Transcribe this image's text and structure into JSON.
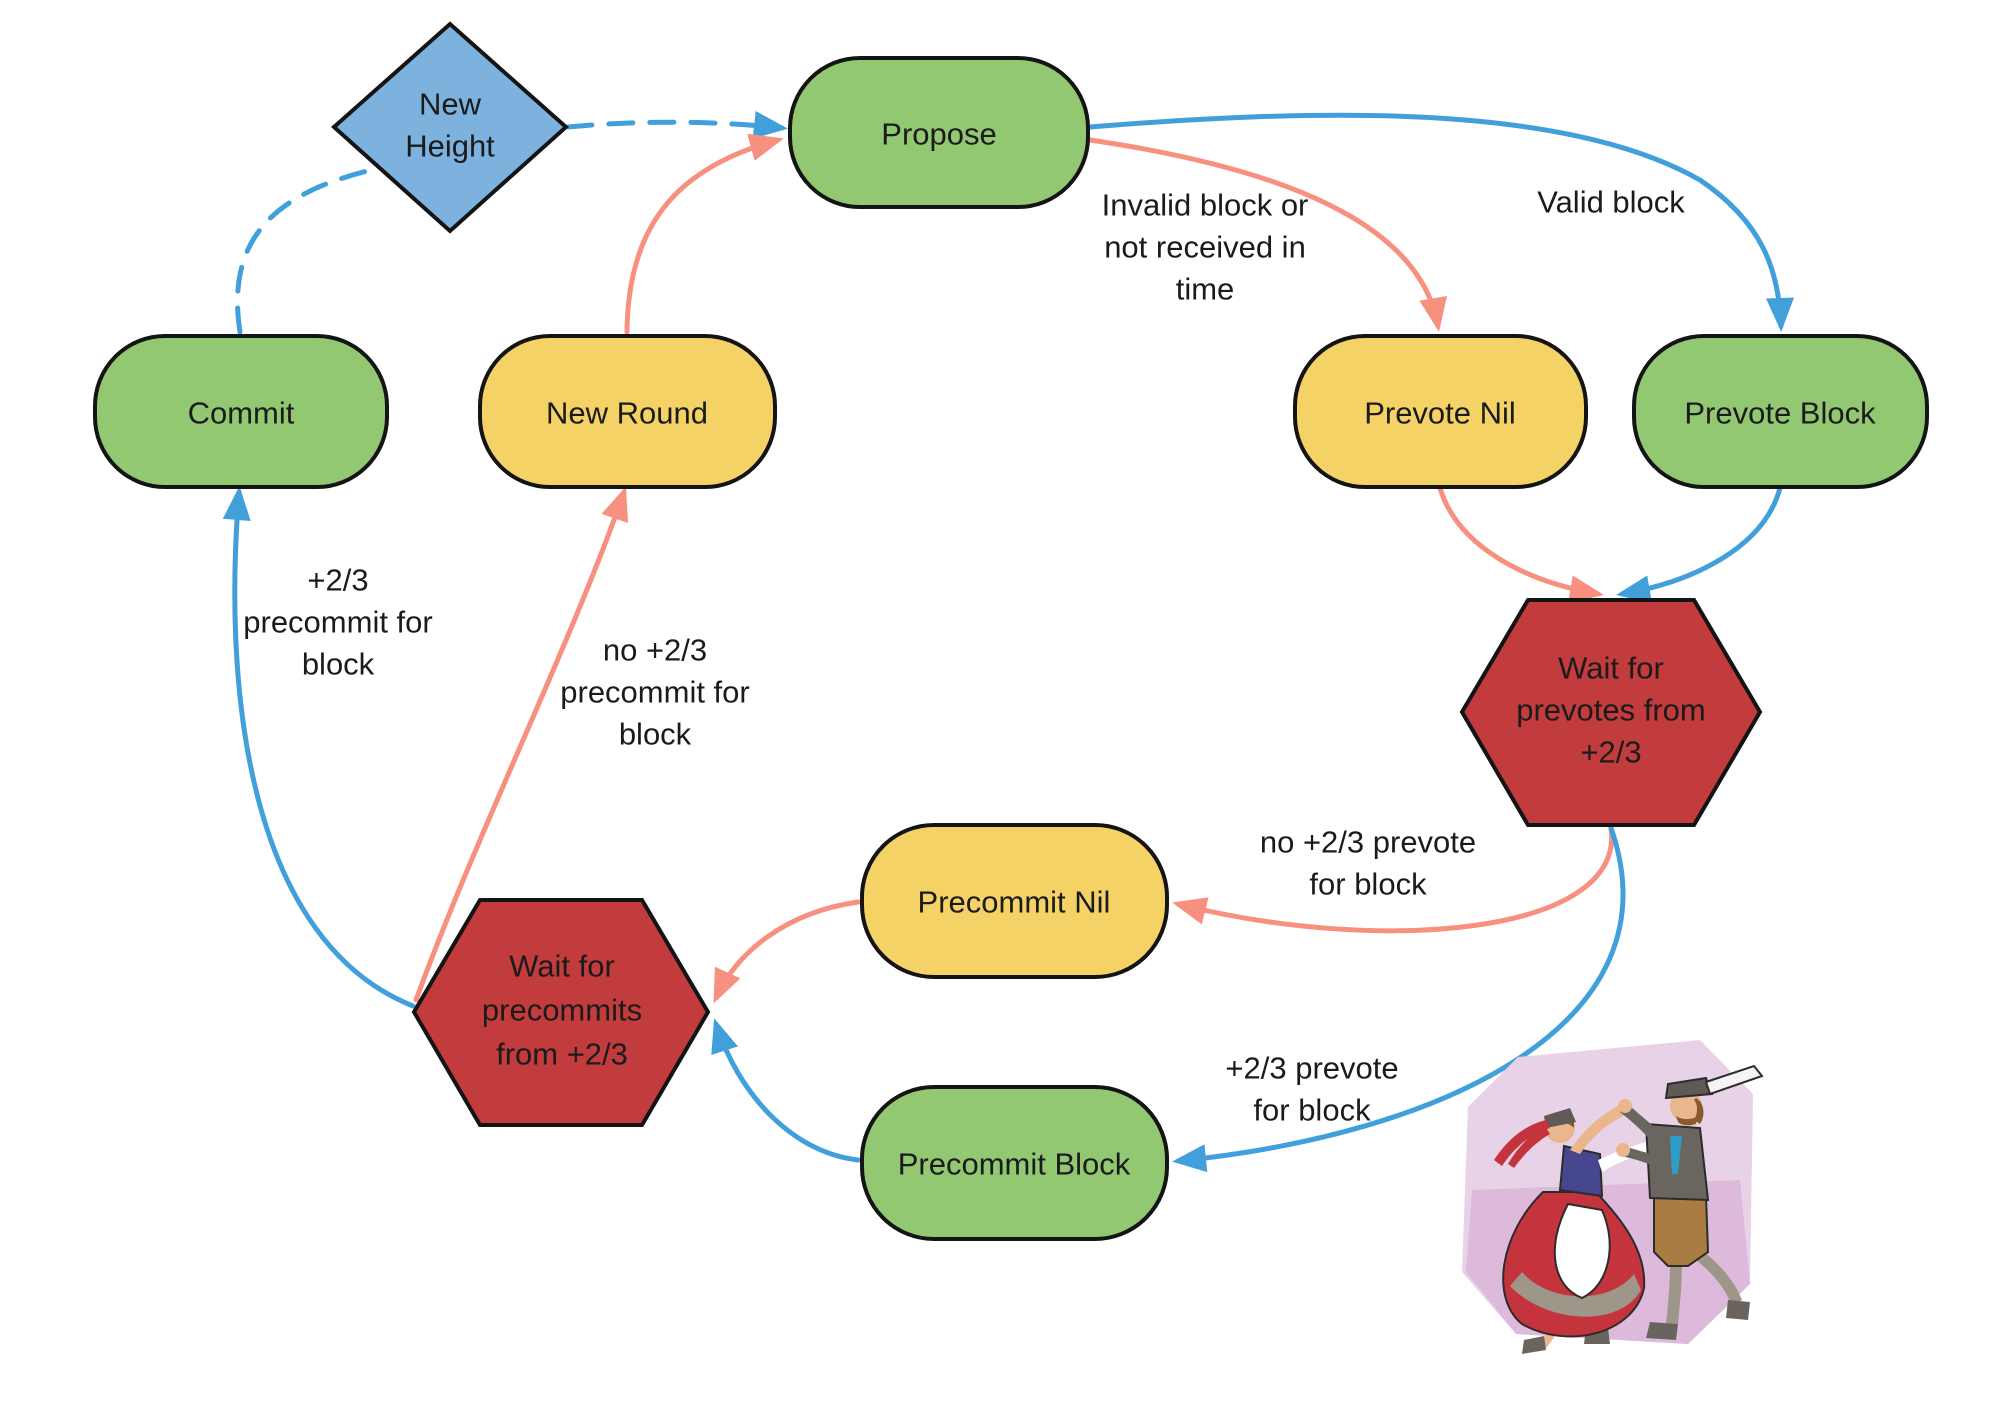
{
  "colors": {
    "edge_blue": "#41A0DC",
    "edge_salmon": "#F8907F",
    "node_green": "#92C872",
    "node_yellow": "#F5D266",
    "node_blue": "#7EB2DE",
    "node_red": "#C23B3D",
    "outline": "#141414"
  },
  "nodes": {
    "new_height": {
      "shape": "diamond",
      "fill": "#7EB2DE",
      "lines": [
        "New",
        "Height"
      ]
    },
    "propose": {
      "shape": "rounded-rect",
      "fill": "#92C872",
      "label": "Propose"
    },
    "commit": {
      "shape": "rounded-rect",
      "fill": "#92C872",
      "label": "Commit"
    },
    "new_round": {
      "shape": "rounded-rect",
      "fill": "#F5D266",
      "label": "New Round"
    },
    "prevote_nil": {
      "shape": "rounded-rect",
      "fill": "#F5D266",
      "label": "Prevote Nil"
    },
    "prevote_block": {
      "shape": "rounded-rect",
      "fill": "#92C872",
      "label": "Prevote Block"
    },
    "wait_prevotes": {
      "shape": "hexagon",
      "fill": "#C23B3D",
      "lines": [
        "Wait for",
        "prevotes from",
        "+2/3"
      ]
    },
    "precommit_nil": {
      "shape": "rounded-rect",
      "fill": "#F5D266",
      "label": "Precommit Nil"
    },
    "wait_precommits": {
      "shape": "hexagon",
      "fill": "#C23B3D",
      "lines": [
        "Wait for",
        "precommits",
        "from +2/3"
      ]
    },
    "precommit_block": {
      "shape": "rounded-rect",
      "fill": "#92C872",
      "label": "Precommit Block"
    }
  },
  "edge_labels": {
    "invalid_block": {
      "lines": [
        "Invalid block or",
        "not received in",
        "time"
      ]
    },
    "valid_block": {
      "lines": [
        "Valid block"
      ]
    },
    "precommit_for_block": {
      "lines": [
        "+2/3",
        "precommit for",
        "block"
      ]
    },
    "no_precommit_for_block": {
      "lines": [
        "no +2/3",
        "precommit for",
        "block"
      ]
    },
    "no_prevote_for_block": {
      "lines": [
        "no +2/3 prevote",
        "for block"
      ]
    },
    "prevote_for_block": {
      "lines": [
        "+2/3 prevote",
        "for block"
      ]
    }
  },
  "illustration": {
    "name": "folk-dancing-couple",
    "bg_light": "#E8D2E8",
    "bg_mid": "#DDB9DC",
    "skirt": "#C5343C",
    "apron": "#FFFFFF",
    "bodice": "#47478F",
    "skin": "#E9B68E",
    "jacket": "#6B655F",
    "pants": "#A87C42",
    "hat": "#5F5A55",
    "ribbon": "#C5343C",
    "stocking": "#9E9689",
    "shoe": "#6A645F",
    "feather": "#F4F4F4",
    "tie": "#2E9BC8",
    "hair": "#8A5A2E"
  }
}
